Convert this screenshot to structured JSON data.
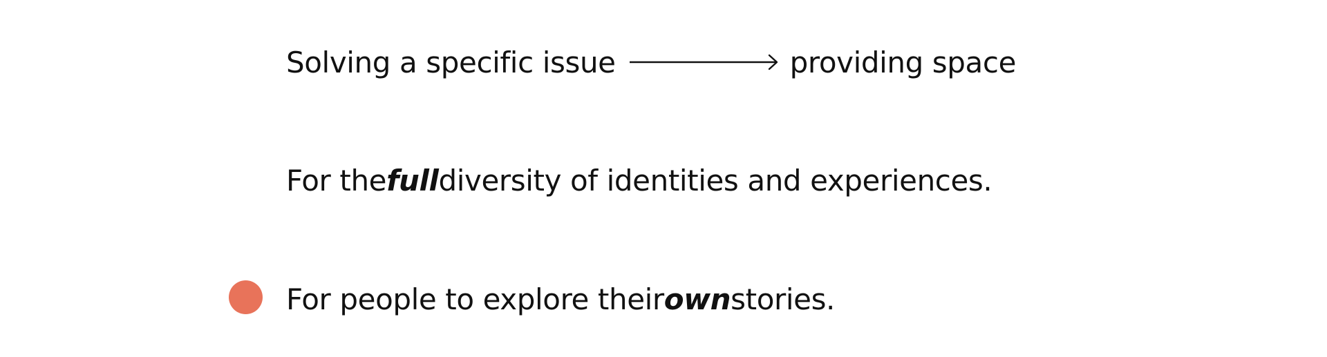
{
  "line1": {
    "from": "Solving a specific issue",
    "to": "providing space",
    "arrow_icon": "long-arrow-right-icon"
  },
  "line2": {
    "before": "For the ",
    "emphasis": "full",
    "after": " diversity of identities and experiences."
  },
  "line3": {
    "before": "For people to explore their ",
    "emphasis": "own",
    "after": " stories.",
    "bullet_icon": "circle-dot-icon"
  },
  "colors": {
    "text": "#111111",
    "accent": "#E8735A",
    "background": "#FFFFFF"
  }
}
